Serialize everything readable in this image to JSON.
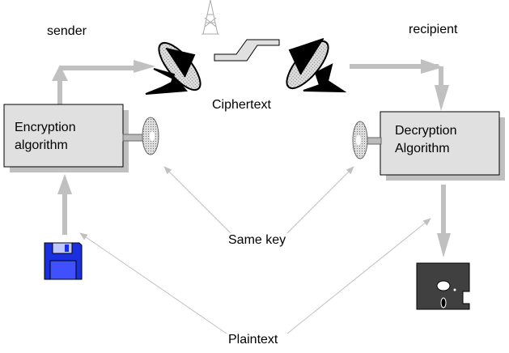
{
  "labels": {
    "sender": "sender",
    "recipient": "recipient",
    "ciphertext": "Ciphertext",
    "same_key": "Same key",
    "plaintext": "Plaintext"
  },
  "boxes": {
    "encryption": {
      "line1": "Encryption",
      "line2": "algorithm"
    },
    "decryption": {
      "line1": "Decryption",
      "line2": "Algorithm"
    }
  },
  "colors": {
    "box_fill": "#e0e0e0",
    "shadow": "#c0c0c0",
    "arrow": "#c0c0c0",
    "floppy_plain": "#1a2fe0",
    "floppy_cipher": "#404040"
  },
  "icons": [
    "radio-tower-icon",
    "satellite-dish-icon",
    "lightning-icon",
    "key-icon",
    "floppy-disk-icon"
  ]
}
